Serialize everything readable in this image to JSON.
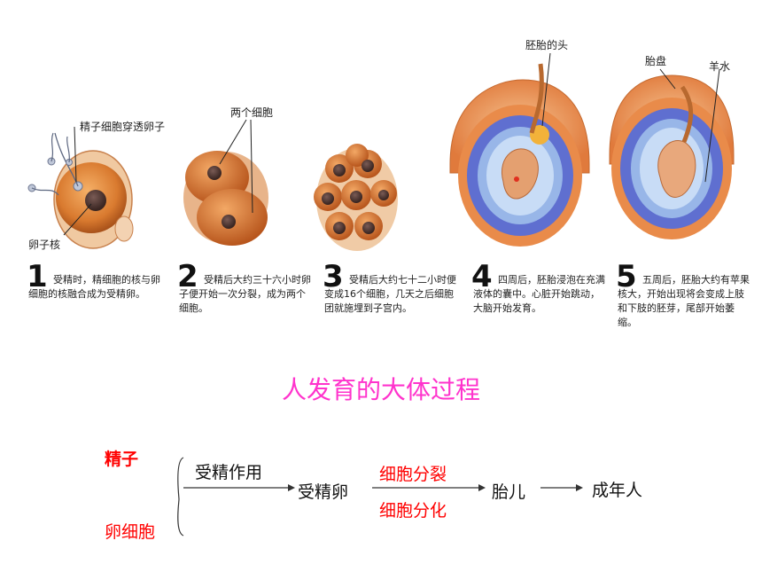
{
  "colors": {
    "title": "#ff33cc",
    "accent_red": "#ff0000",
    "embryo_orange": "#d9803a",
    "sac_blue": "#6b78d6"
  },
  "labels": {
    "sperm_penetrates": "精子细胞穿透卵子",
    "egg_nucleus": "卵子核",
    "two_cells": "两个细胞",
    "embryo_head": "胚胎的头",
    "placenta": "胎盘",
    "amniotic": "羊水"
  },
  "steps": [
    {
      "num": "1",
      "text": "受精时，精细胞的核与卵细胞的核融合成为受精卵。"
    },
    {
      "num": "2",
      "text": "受精后大约三十六小时卵子便开始一次分裂，成为两个细胞。"
    },
    {
      "num": "3",
      "text": "受精后大约七十二小时便变成16个细胞，几天之后细胞团就施埋到子宫内。"
    },
    {
      "num": "4",
      "text": "四周后，胚胎浸泡在充满液体的囊中。心脏开始跳动，大脑开始发育。"
    },
    {
      "num": "5",
      "text": "五周后，胚胎大约有苹果核大，开始出现将会变成上肢和下肢的胚芽，尾部开始萎缩。"
    }
  ],
  "title": "人发育的大体过程",
  "flow": {
    "sperm": "精子",
    "egg": "卵细胞",
    "fertilization": "受精作用",
    "zygote": "受精卵",
    "division": "细胞分裂",
    "differentiation": "细胞分化",
    "fetus": "胎儿",
    "adult": "成年人"
  }
}
